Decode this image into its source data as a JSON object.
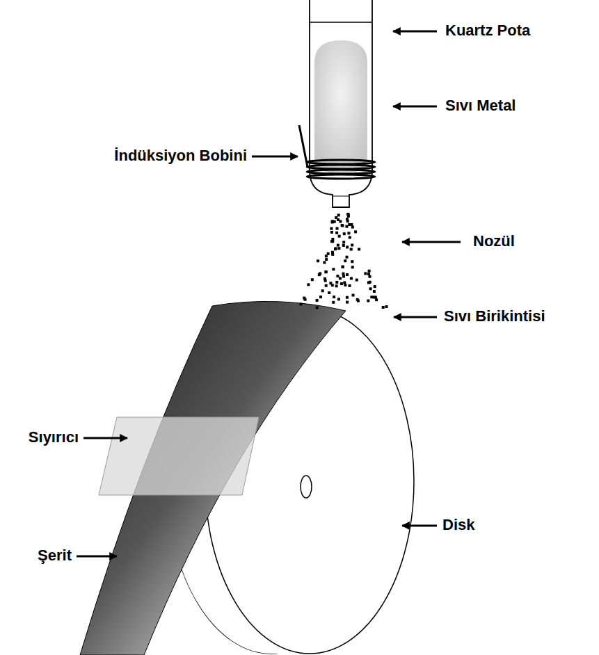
{
  "diagram": {
    "labels": [
      "Kuartz Pota",
      "Sıvı Metal",
      "İndüksiyon Bobini",
      "Nozül",
      "Sıvı Birikintisi",
      "Sıyırıcı",
      "Disk",
      "Şerit"
    ]
  }
}
